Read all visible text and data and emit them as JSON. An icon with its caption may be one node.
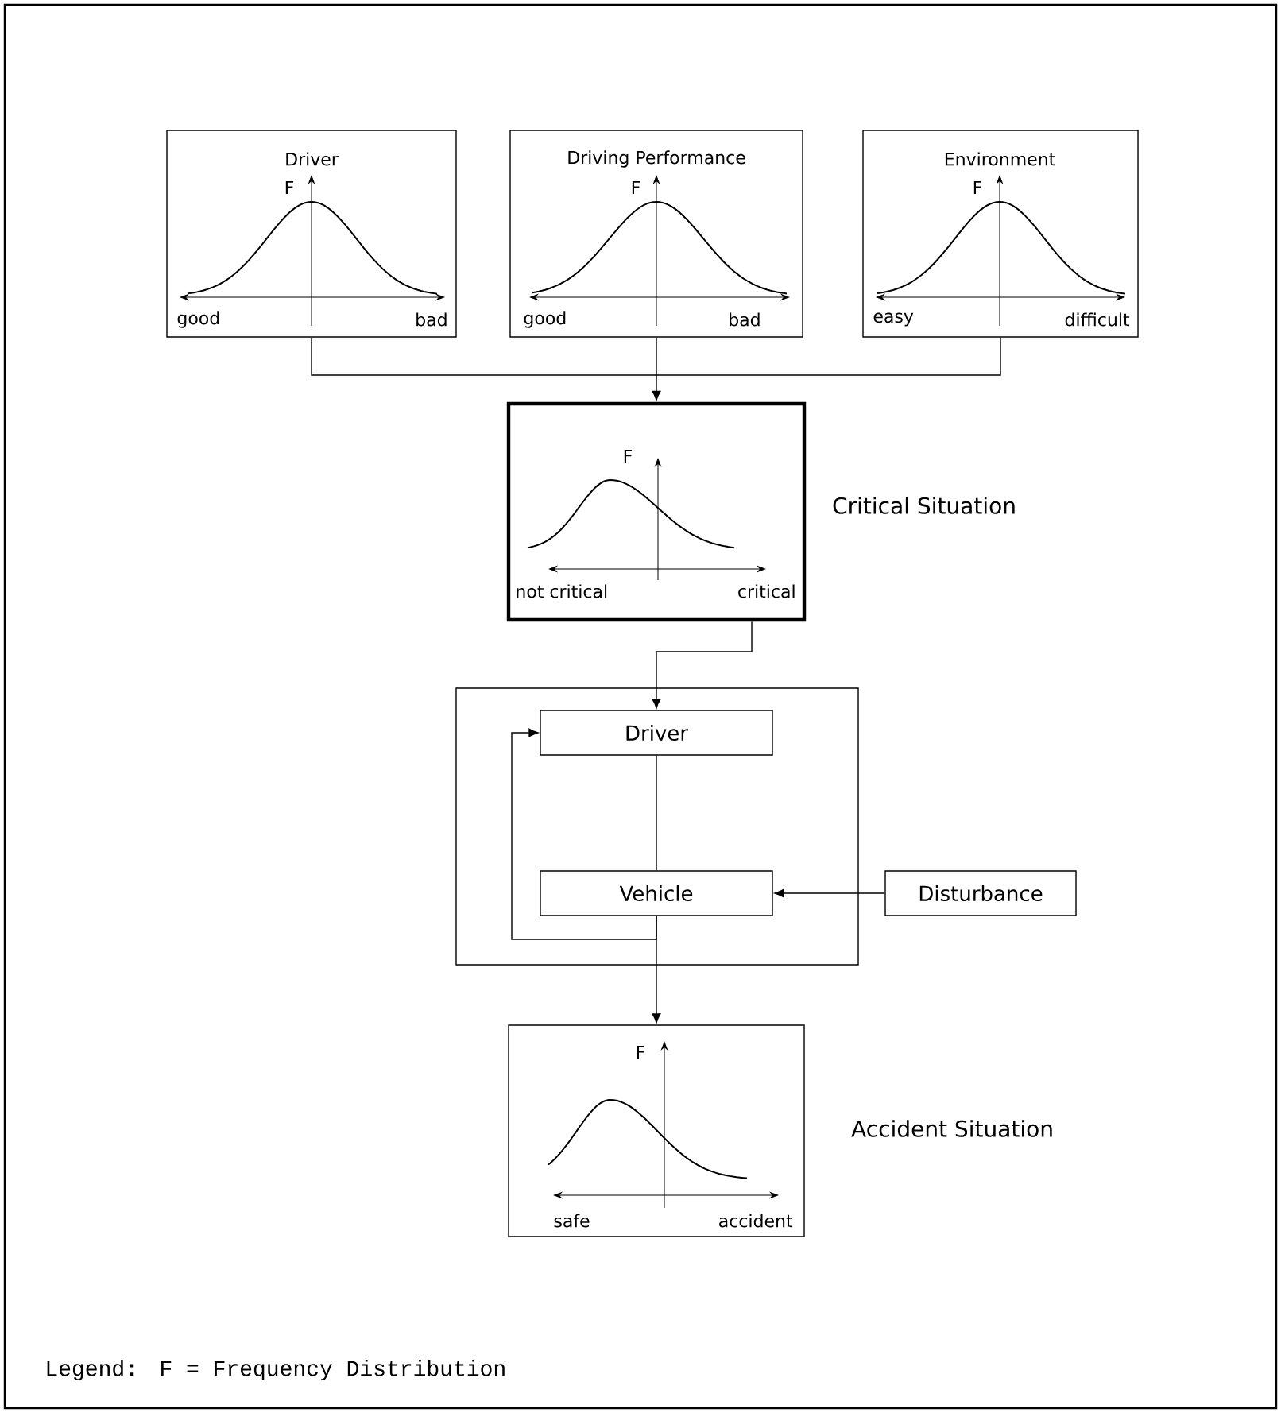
{
  "diagram": {
    "nodes": [
      {
        "text": [
          "Driver",
          "F",
          "good",
          "bad"
        ]
      },
      {
        "text": [
          "Driving Performance",
          "F",
          "good",
          "bad"
        ]
      },
      {
        "text": [
          "Environment",
          "F",
          "easy",
          "difficult"
        ]
      },
      {
        "text": [
          "F",
          "not critical",
          "critical"
        ],
        "beside": [
          "Critical Situation"
        ]
      },
      {
        "text": [],
        "shape": "box"
      },
      {
        "text": [
          "Driver"
        ],
        "in": 4
      },
      {
        "text": [
          "Vehicle"
        ],
        "in": 4
      },
      {
        "text": [
          "Disturbance"
        ]
      },
      {
        "text": [
          "F",
          "safe",
          "accident"
        ],
        "beside": [
          "Accident Situation"
        ]
      }
    ],
    "edges": [
      {
        "from": 0,
        "to": 3,
        "arrow": "to"
      },
      {
        "from": 1,
        "to": 3,
        "arrow": "to"
      },
      {
        "from": 2,
        "to": 3,
        "arrow": "to"
      },
      {
        "from": 3,
        "to": 5,
        "arrow": "to"
      },
      {
        "from": 5,
        "to": 6,
        "arrow": "none"
      },
      {
        "from": 6,
        "to": 5,
        "arrow": "to"
      },
      {
        "from": 7,
        "to": 6,
        "arrow": "to"
      },
      {
        "from": 6,
        "to": 8,
        "arrow": "to"
      }
    ],
    "labels": [
      "Legend:",
      "F = Frequency Distribution"
    ]
  }
}
